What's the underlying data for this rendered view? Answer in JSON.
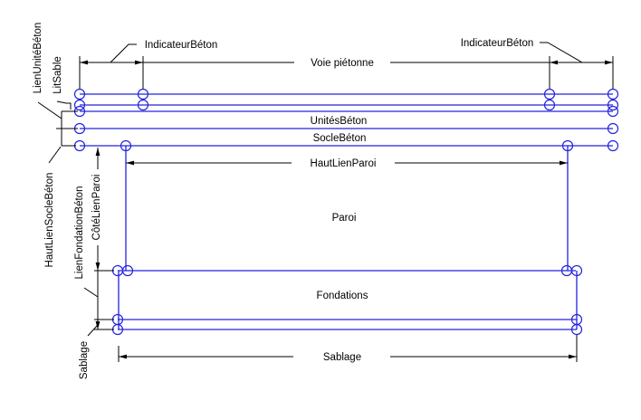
{
  "diagram": {
    "description": "Construction path cross-section annotation diagram",
    "colors": {
      "element": "#2323dd",
      "annotation": "#000000",
      "text": "#000000"
    },
    "top": {
      "indicateur_beton_left": "IndicateurBéton",
      "indicateur_beton_right": "IndicateurBéton",
      "voie_pietonne": "Voie piétonne"
    },
    "layers": {
      "unites_beton": "UnitésBéton",
      "socle_beton": "SocleBéton",
      "haut_lien_paroi": "HautLienParoi",
      "paroi": "Paroi",
      "fondations": "Fondations",
      "sablage": "Sablage"
    },
    "left_labels": {
      "lien_unite_beton": "LienUnitéBéton",
      "lit_sable": "LitSable",
      "haut_lien_socle_beton": "HautLienSocleBéton",
      "lien_fondation_beton": "LienFondationBéton",
      "cote_lien_paroi": "CôtéLienParoi",
      "sablage": "Sablage"
    }
  }
}
